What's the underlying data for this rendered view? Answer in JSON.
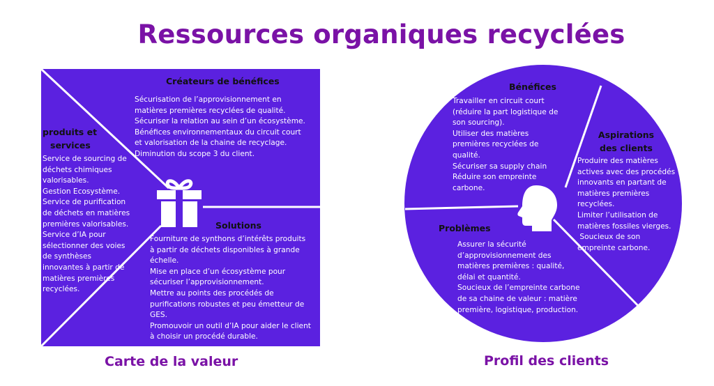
{
  "title": "Ressources organiques recyclées",
  "value_map": {
    "caption": "Carte de la valeur",
    "gain_creators": {
      "title": "Créateurs de bénéfices",
      "lines": [
        "Sécurisation de l’approvisionnement en",
        "matières premières recyclées de qualité.",
        "Sécuriser la relation au sein d’un écosystème.",
        "Bénéfices environnementaux du circuit court",
        "et valorisation de la chaine de recyclage.",
        "Diminution du scope 3 du client."
      ]
    },
    "products": {
      "title_lines": [
        "produits et",
        "services"
      ],
      "lines": [
        "Service de sourcing de",
        "déchets chimiques",
        "valorisables.",
        "Gestion Ecosystème.",
        "Service de purification",
        "de déchets en matières",
        "premières valorisables.",
        "Service d’IA pour",
        "sélectionner des voies",
        "de synthèses",
        "innovantes à partir de",
        "matières premières",
        "recyclées."
      ]
    },
    "solutions": {
      "title": "Solutions",
      "lines": [
        "Fourniture de synthons d’intérêts produits",
        "à partir de déchets disponibles à grande",
        "échelle.",
        "Mise en place d’un écosystème pour",
        "sécuriser l’approvisionnement.",
        "Mettre au points des procédés de",
        "purifications robustes et peu émetteur de",
        "GES.",
        "Promouvoir un outil d’IA pour aider le client",
        "à choisir un procédé durable."
      ]
    },
    "icon": "gift-icon"
  },
  "customer_profile": {
    "caption": "Profil des clients",
    "gains": {
      "title": "Bénéfices",
      "lines": [
        "Travailler en circuit court",
        "(réduire la part logistique de",
        "son sourcing).",
        "Utiliser des matières",
        "premières recyclées de",
        "qualité.",
        "Sécuriser sa supply chain",
        "Réduire son empreinte",
        "carbone."
      ]
    },
    "jobs": {
      "title_lines": [
        "Aspirations",
        "des clients"
      ],
      "lines": [
        "Produire des matières",
        "actives avec des procédés",
        "innovants en partant de",
        "matières premières",
        "recyclées.",
        "Limiter l’utilisation de",
        "matières fossiles vierges.",
        " Soucieux de son",
        "empreinte carbone."
      ]
    },
    "pains": {
      "title": "Problèmes",
      "lines": [
        "Assurer la sécurité",
        "d’approvisionnement des",
        "matières premières : qualité,",
        "délai et quantité.",
        "Soucieux de l’empreinte carbone",
        "de sa chaine de valeur : matière",
        "première, logistique, production."
      ]
    },
    "icon": "head-profile-icon"
  },
  "colors": {
    "title": "#7a12a6",
    "panel": "#5b21e0",
    "divider": "#ffffff",
    "header_text": "#111111",
    "body_text": "#ffffff"
  }
}
